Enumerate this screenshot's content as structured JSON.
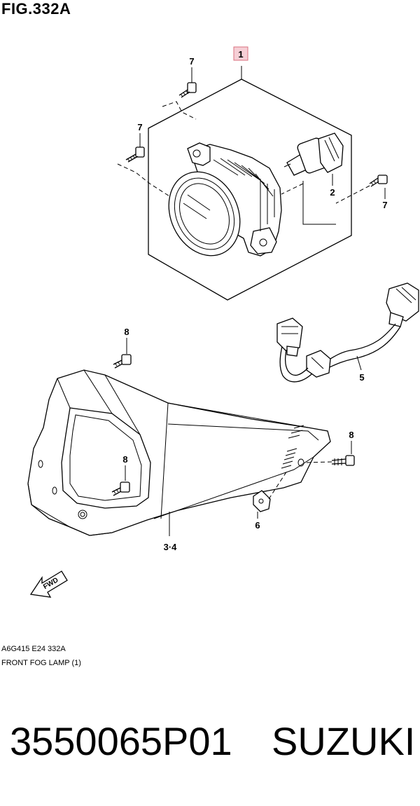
{
  "figure": {
    "title": "FIG.332A"
  },
  "callouts": {
    "c1": "1",
    "c2": "2",
    "c3_4": "3·4",
    "c5": "5",
    "c6": "6",
    "c7a": "7",
    "c7b": "7",
    "c7c": "7",
    "c8a": "8",
    "c8b": "8",
    "c8c": "8"
  },
  "fwd_label": "FWD",
  "drawing": {
    "code": "A6G415 E24 332A",
    "caption": "FRONT FOG LAMP (1)"
  },
  "part": {
    "number": "3550065P01",
    "brand": "SUZUKI"
  },
  "colors": {
    "highlight_fill": "#f6cfd6",
    "highlight_stroke": "#d9707f",
    "line": "#000000"
  },
  "icons": [
    "bolt-icon",
    "bulb-icon",
    "fog-lamp-icon",
    "wiring-harness-icon",
    "bezel-icon",
    "clip-nut-icon",
    "fwd-arrow-icon"
  ]
}
